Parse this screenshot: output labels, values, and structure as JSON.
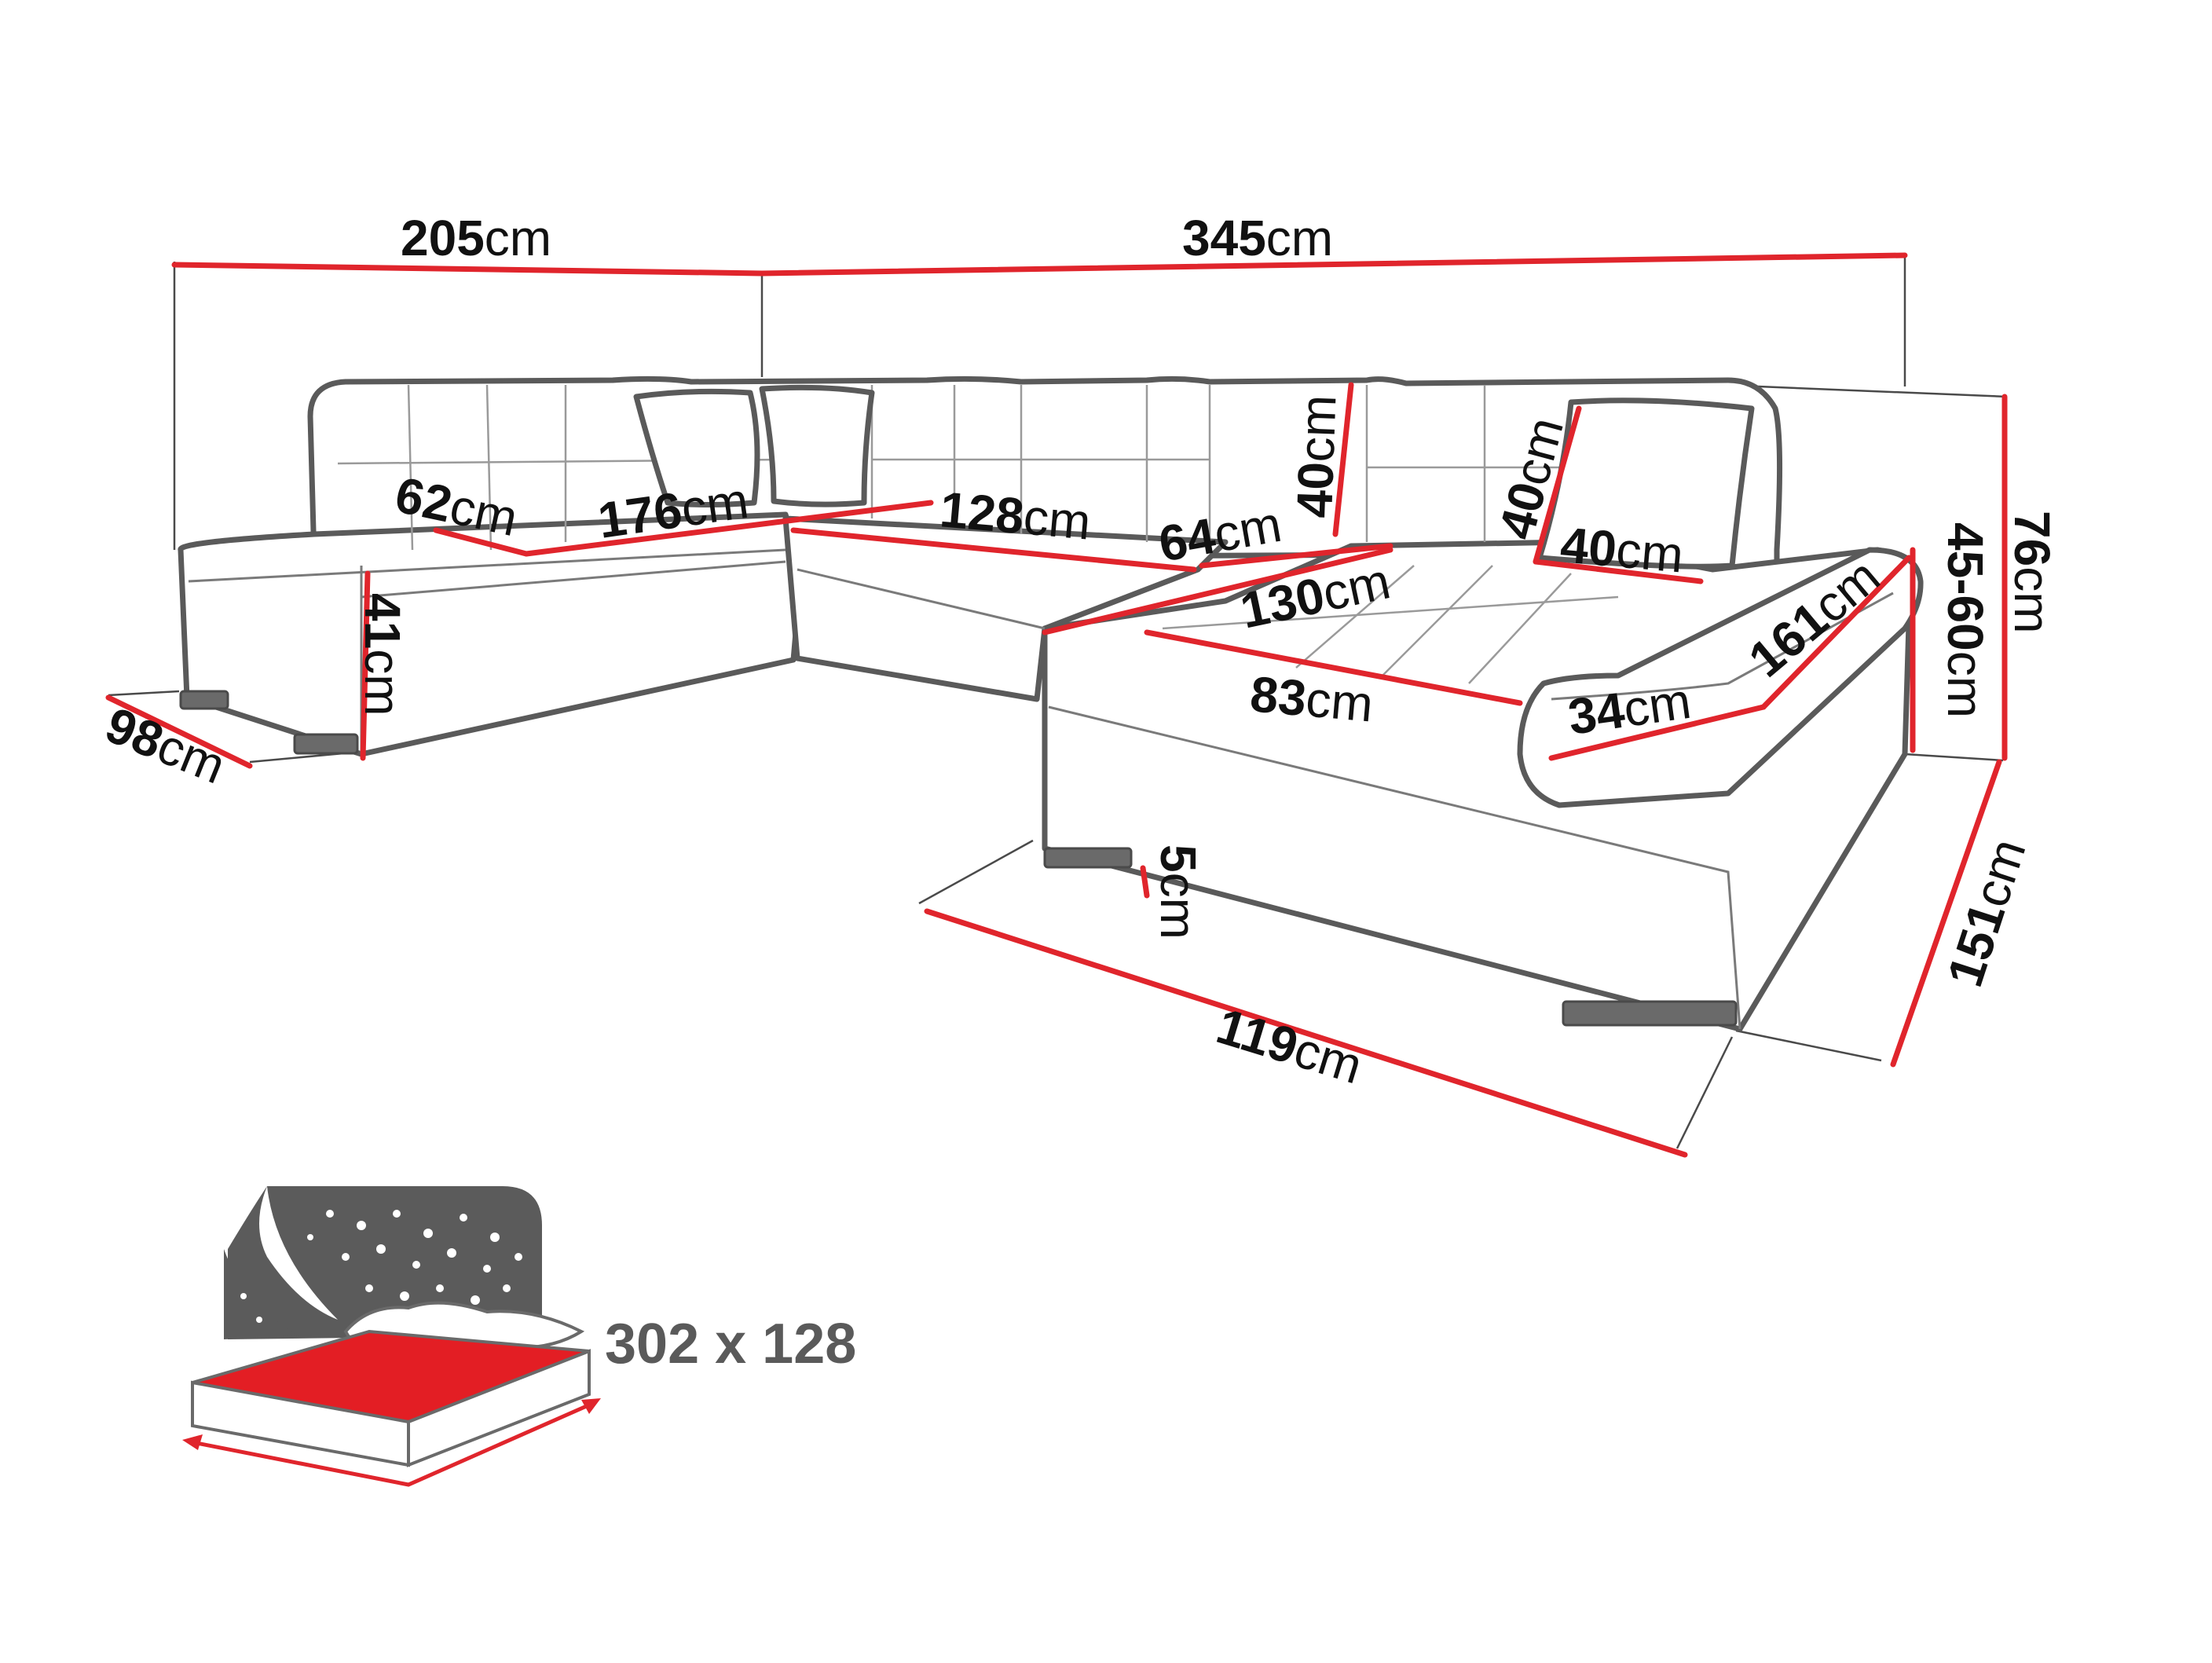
{
  "unit": "cm",
  "dimensions": {
    "total_left_width": "205",
    "total_right_width": "345",
    "left_seat_depth": "62",
    "left_seat_length": "176",
    "middle_seat_length": "128",
    "middle_seat_depth": "64",
    "backrest_height_middle": "40",
    "backrest_height_right": "40",
    "cushion_width": "40",
    "right_seat_length": "130",
    "chaise_seat_length": "83",
    "armrest_width": "34",
    "armrest_length": "161",
    "seat_height": "41",
    "left_depth": "98",
    "leg_height": "5",
    "chaise_front_width": "119",
    "chaise_depth": "151",
    "armrest_height": "45-60",
    "total_height": "76"
  },
  "bed": {
    "size": "302 x 128"
  },
  "colors": {
    "dimension_line": "#e0252c",
    "sofa_outline": "#5a5a5a",
    "bed_mattress": "#e31e24",
    "night_panel": "#5b5b5b"
  },
  "icons": [
    "sleeping-function-icon"
  ]
}
